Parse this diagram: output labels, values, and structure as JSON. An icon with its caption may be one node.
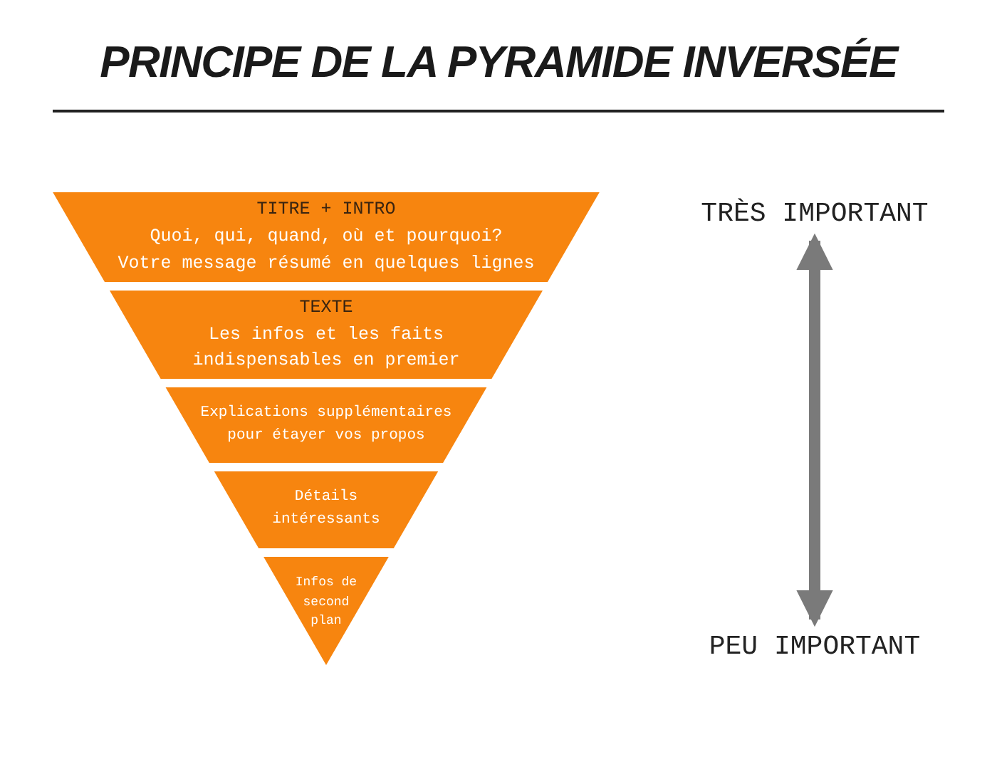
{
  "diagram": {
    "title": "PRINCIPE DE LA  PYRAMIDE INVERSÉE",
    "nodes": [
      {
        "text": [
          "TITRE + INTRO",
          "Quoi, qui, quand, où et pourquoi?",
          "Votre message résumé en quelques lignes"
        ]
      },
      {
        "text": [
          "TEXTE",
          "Les infos et les faits indispensables en premier"
        ]
      },
      {
        "text": [
          "Explications supplémentaires pour étayer vos propos"
        ]
      },
      {
        "text": [
          "Détails intéressants"
        ]
      },
      {
        "text": [
          "Infos de second plan"
        ]
      },
      {
        "text": [
          "TRÈS IMPORTANT"
        ]
      },
      {
        "text": [
          "PEU IMPORTANT"
        ]
      }
    ],
    "edges": [
      {
        "from": 5,
        "to": 6,
        "arrow": "both"
      }
    ]
  }
}
